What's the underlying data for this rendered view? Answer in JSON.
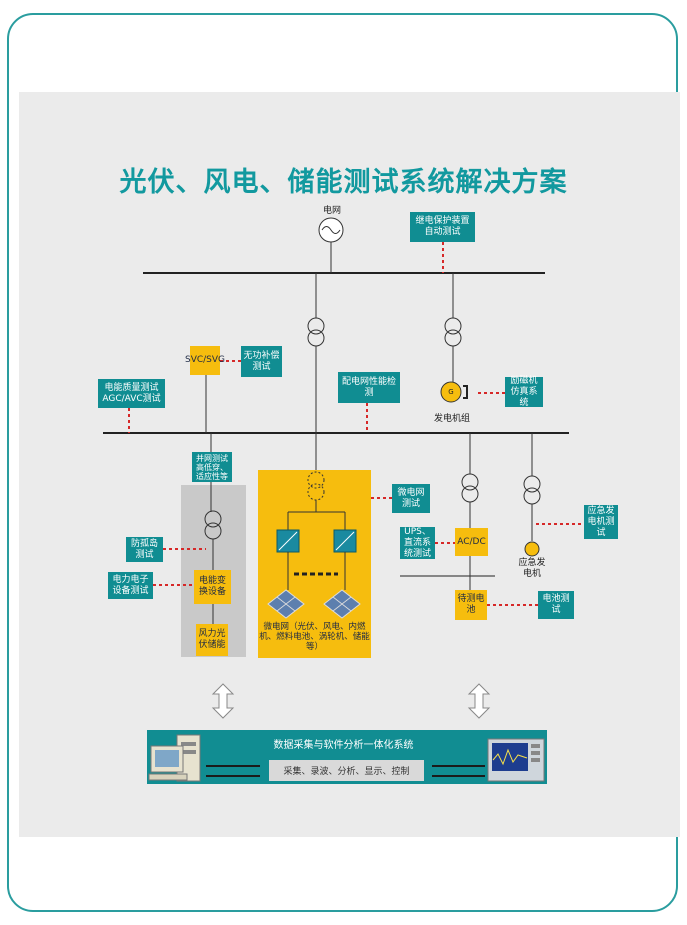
{
  "title": "光伏、风电、储能测试系统解决方案",
  "labels": {
    "grid": "电网",
    "relay_test": "继电保护装置自动测试",
    "svc": "SVC/SVG",
    "reactive": "无功补偿测试",
    "power_quality": "电能质量测试AGC/AVC测试",
    "distribution": "配电网性能检测",
    "gen_g": "G",
    "excitation": "励磁机仿真系统",
    "gen_group": "发电机组",
    "grid_conn": "并网测试高低穿、适应性等",
    "anti_island": "防孤岛测试",
    "pe_test": "电力电子设备测试",
    "conversion": "电能变换设备",
    "wind_solar": "风力光伏储能",
    "microgrid_test": "微电网测试",
    "microgrid": "微电网（光伏、风电、内燃机、燃料电池、涡轮机、储能等）",
    "ups": "UPS、直流系统测试",
    "acdc": "AC/DC",
    "battery_dut": "待测电池",
    "battery_test": "电池测试",
    "emergency_gen_test": "应急发电机测试",
    "emergency_gen": "应急发电机",
    "system": "数据采集与软件分析一体化系统",
    "functions": "采集、录波、分析、显示、控制"
  },
  "colors": {
    "teal": "#108d92",
    "title": "#12999f",
    "yellow": "#f6bd0e",
    "dashed": "#d62828",
    "panel": "#ebebeb"
  }
}
